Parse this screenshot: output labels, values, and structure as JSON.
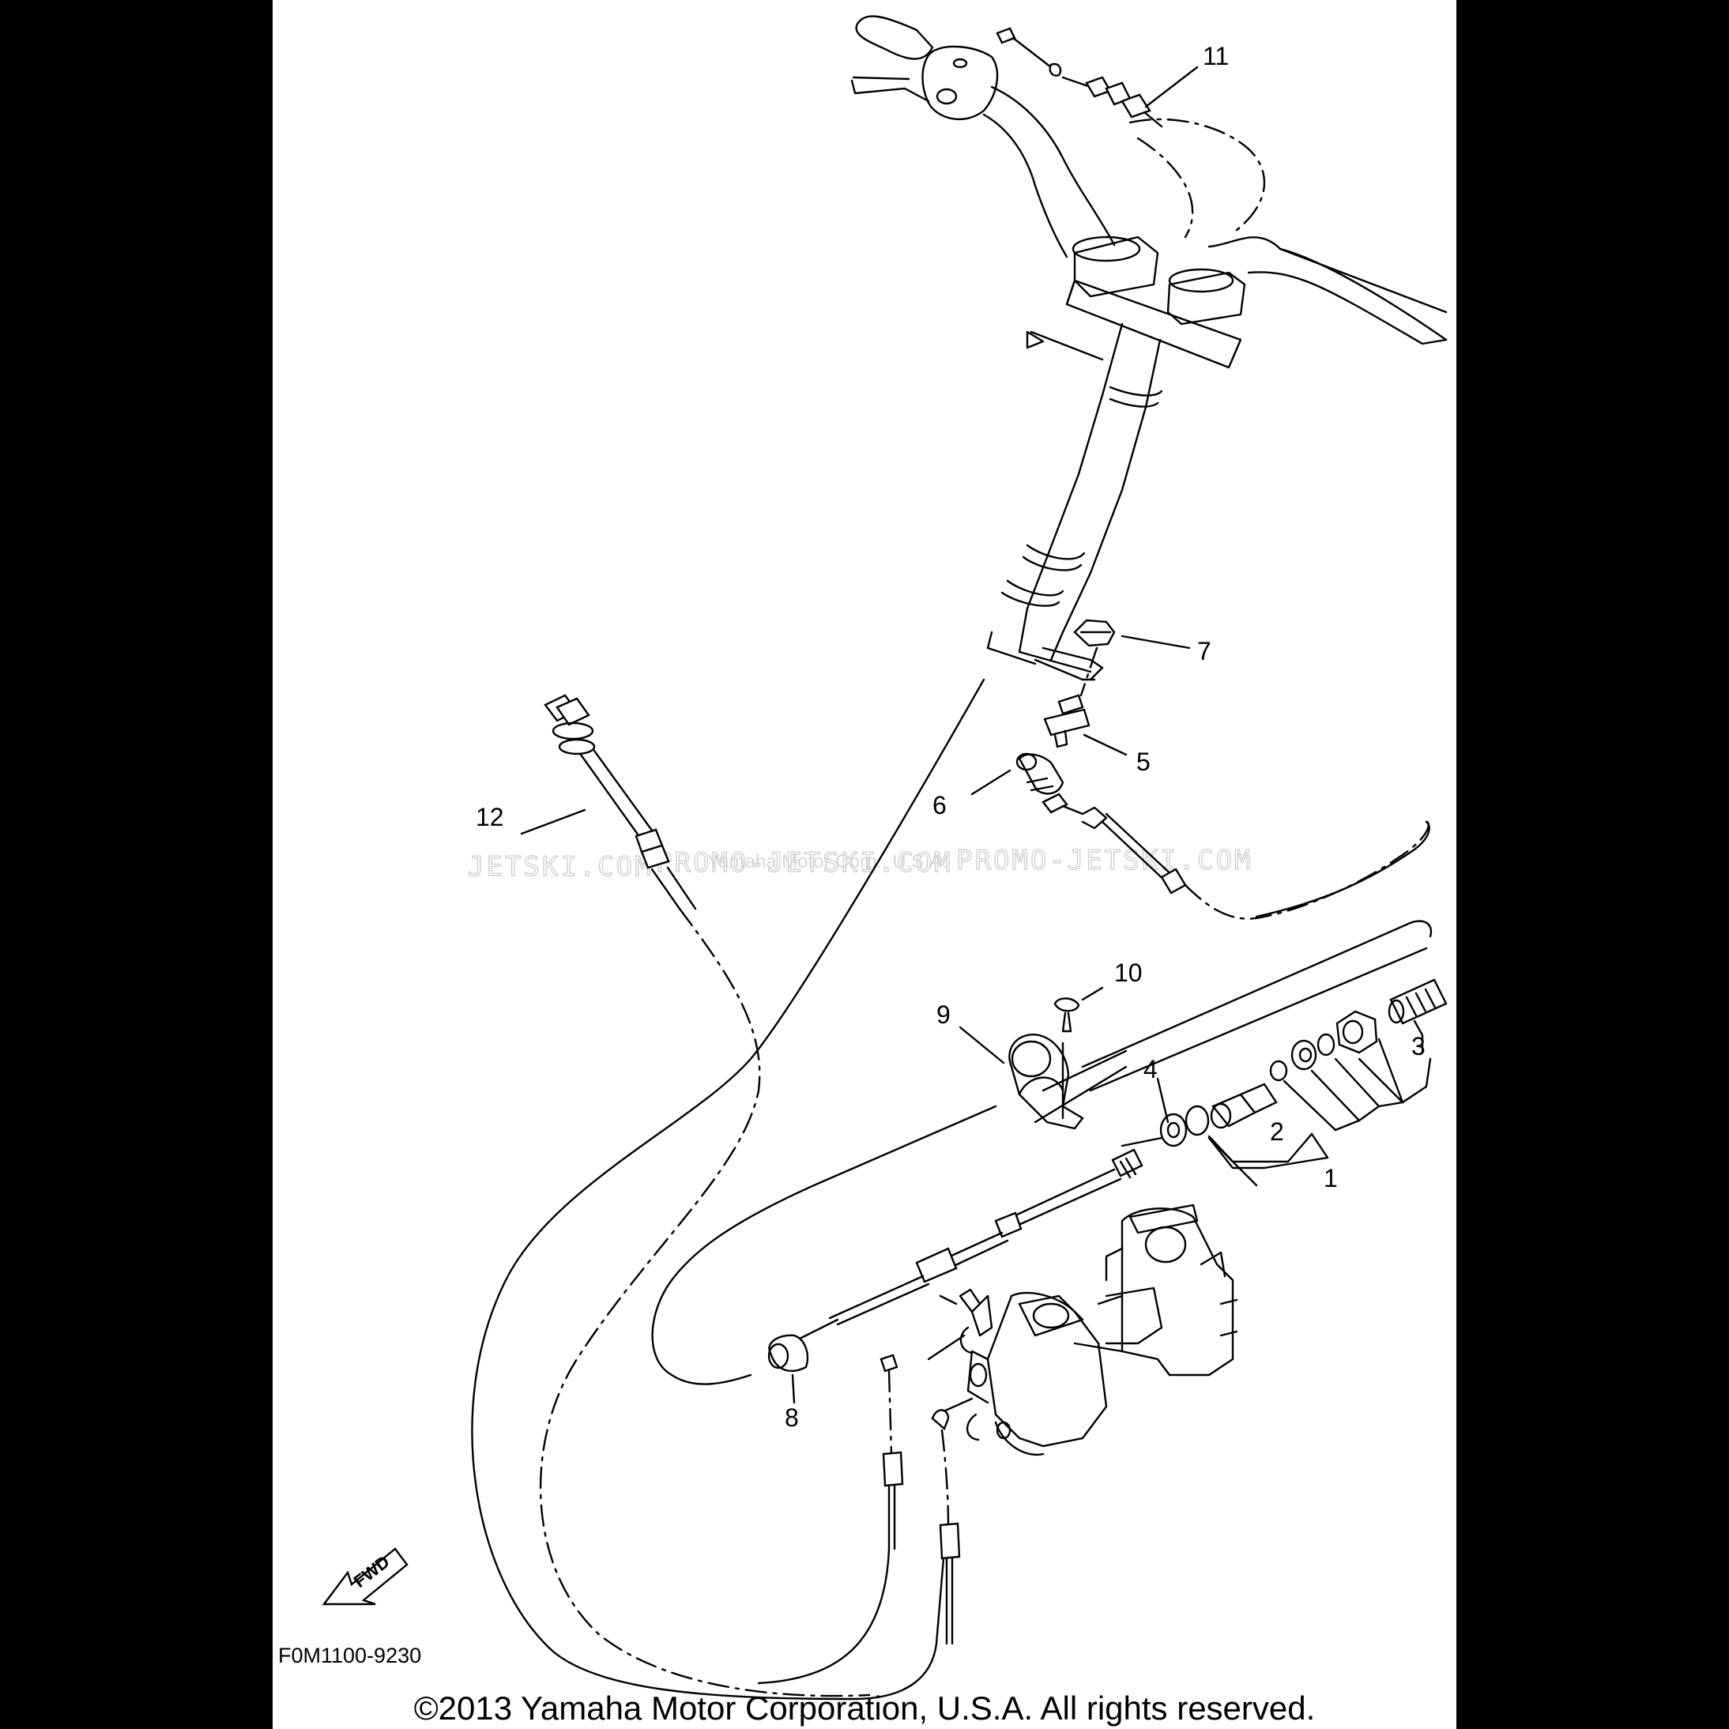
{
  "diagram": {
    "callouts": [
      "1",
      "2",
      "3",
      "4",
      "5",
      "6",
      "7",
      "8",
      "9",
      "10",
      "11",
      "12"
    ],
    "diagram_code": "F0M1100-9230",
    "fwd_label": "FWD",
    "copyright": "©2013 Yamaha Motor Corporation, U.S.A. All rights reserved.",
    "watermark": {
      "left": "JETSKI.COM",
      "middle": "PROMO-JETSKI.COM",
      "small": "Yamaha Motor Corp., U.S.A.",
      "right": "PROMO-JETSKI.COM"
    }
  },
  "colors": {
    "background": "#000000",
    "sheet": "#ffffff",
    "ink": "#000000",
    "watermark": "#c9c9c9"
  }
}
